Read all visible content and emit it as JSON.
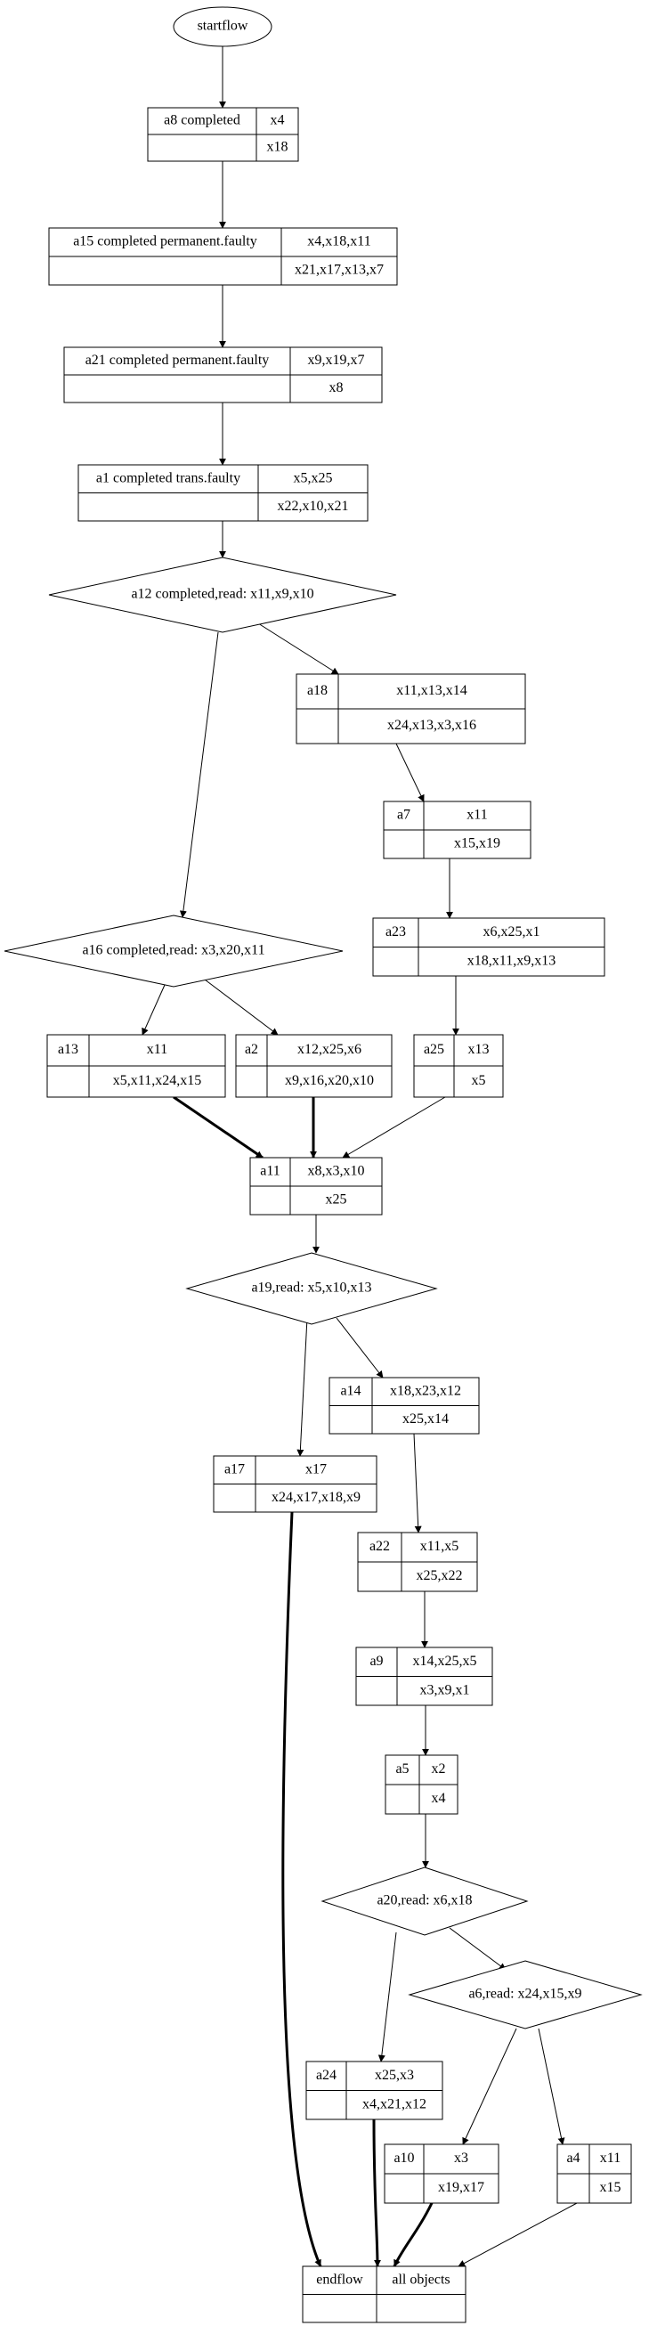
{
  "nodes": {
    "startflow": {
      "label": "startflow"
    },
    "a8": {
      "name": "a8 completed",
      "top": "x4",
      "bottom": "x18"
    },
    "a15": {
      "name": "a15 completed permanent.faulty",
      "top": "x4,x18,x11",
      "bottom": "x21,x17,x13,x7"
    },
    "a21": {
      "name": "a21 completed permanent.faulty",
      "top": "x9,x19,x7",
      "bottom": "x8"
    },
    "a1": {
      "name": "a1 completed trans.faulty",
      "top": "x5,x25",
      "bottom": "x22,x10,x21"
    },
    "d12": {
      "label": "a12 completed,read: x11,x9,x10"
    },
    "a18": {
      "name": "a18",
      "top": "x11,x13,x14",
      "bottom": "x24,x13,x3,x16"
    },
    "a7": {
      "name": "a7",
      "top": "x11",
      "bottom": "x15,x19"
    },
    "d16": {
      "label": "a16 completed,read: x3,x20,x11"
    },
    "a23": {
      "name": "a23",
      "top": "x6,x25,x1",
      "bottom": "x18,x11,x9,x13"
    },
    "a13": {
      "name": "a13",
      "top": "x11",
      "bottom": "x5,x11,x24,x15"
    },
    "a2": {
      "name": "a2",
      "top": "x12,x25,x6",
      "bottom": "x9,x16,x20,x10"
    },
    "a25": {
      "name": "a25",
      "top": "x13",
      "bottom": "x5"
    },
    "a11": {
      "name": "a11",
      "top": "x8,x3,x10",
      "bottom": "x25"
    },
    "d19": {
      "label": "a19,read: x5,x10,x13"
    },
    "a14": {
      "name": "a14",
      "top": "x18,x23,x12",
      "bottom": "x25,x14"
    },
    "a17": {
      "name": "a17",
      "top": "x17",
      "bottom": "x24,x17,x18,x9"
    },
    "a22": {
      "name": "a22",
      "top": "x11,x5",
      "bottom": "x25,x22"
    },
    "a9": {
      "name": "a9",
      "top": "x14,x25,x5",
      "bottom": "x3,x9,x1"
    },
    "a5": {
      "name": "a5",
      "top": "x2",
      "bottom": "x4"
    },
    "d20": {
      "label": "a20,read: x6,x18"
    },
    "d6": {
      "label": "a6,read: x24,x15,x9"
    },
    "a24": {
      "name": "a24",
      "top": "x25,x3",
      "bottom": "x4,x21,x12"
    },
    "a10": {
      "name": "a10",
      "top": "x3",
      "bottom": "x19,x17"
    },
    "a4": {
      "name": "a4",
      "top": "x11",
      "bottom": "x15"
    },
    "endflow": {
      "name": "endflow",
      "top": "all objects",
      "bottom": ""
    }
  },
  "edges": [
    {
      "from": "startflow",
      "to": "a8",
      "bold": false
    },
    {
      "from": "a8",
      "to": "a15",
      "bold": false
    },
    {
      "from": "a15",
      "to": "a21",
      "bold": false
    },
    {
      "from": "a21",
      "to": "a1",
      "bold": false
    },
    {
      "from": "a1",
      "to": "d12",
      "bold": false
    },
    {
      "from": "d12",
      "to": "d16",
      "bold": false
    },
    {
      "from": "d12",
      "to": "a18",
      "bold": false
    },
    {
      "from": "a18",
      "to": "a7",
      "bold": false
    },
    {
      "from": "a7",
      "to": "a23",
      "bold": false
    },
    {
      "from": "a23",
      "to": "a25",
      "bold": false
    },
    {
      "from": "d16",
      "to": "a13",
      "bold": false
    },
    {
      "from": "d16",
      "to": "a2",
      "bold": false
    },
    {
      "from": "a13",
      "to": "a11",
      "bold": true
    },
    {
      "from": "a2",
      "to": "a11",
      "bold": true
    },
    {
      "from": "a25",
      "to": "a11",
      "bold": false
    },
    {
      "from": "a11",
      "to": "d19",
      "bold": false
    },
    {
      "from": "d19",
      "to": "a17",
      "bold": false
    },
    {
      "from": "d19",
      "to": "a14",
      "bold": false
    },
    {
      "from": "a14",
      "to": "a22",
      "bold": false
    },
    {
      "from": "a22",
      "to": "a9",
      "bold": false
    },
    {
      "from": "a9",
      "to": "a5",
      "bold": false
    },
    {
      "from": "a5",
      "to": "d20",
      "bold": false
    },
    {
      "from": "d20",
      "to": "a24",
      "bold": false
    },
    {
      "from": "d20",
      "to": "d6",
      "bold": false
    },
    {
      "from": "d6",
      "to": "a10",
      "bold": false
    },
    {
      "from": "d6",
      "to": "a4",
      "bold": false
    },
    {
      "from": "a17",
      "to": "endflow",
      "bold": true
    },
    {
      "from": "a24",
      "to": "endflow",
      "bold": true
    },
    {
      "from": "a10",
      "to": "endflow",
      "bold": true
    },
    {
      "from": "a4",
      "to": "endflow",
      "bold": false
    }
  ]
}
